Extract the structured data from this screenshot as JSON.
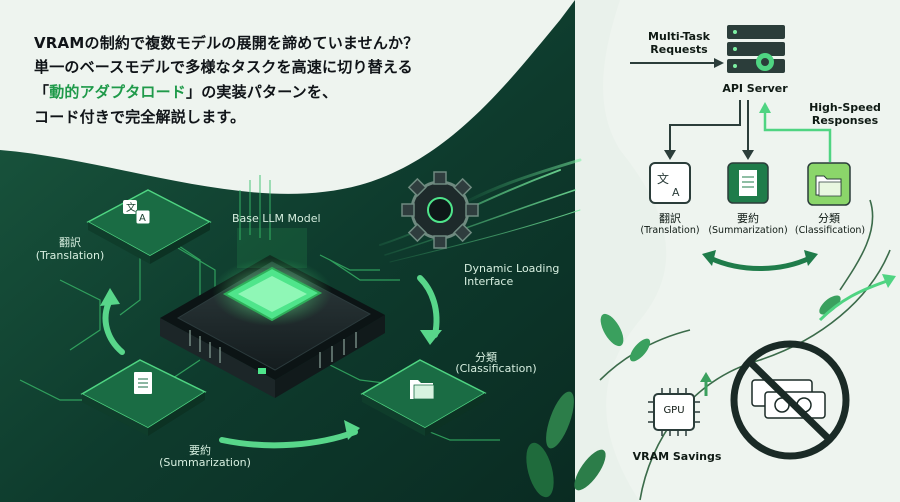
{
  "headline": {
    "line1": "VRAMの制約で複数モデルの展開を諦めていませんか？",
    "line2": "単一のベースモデルで多様なタスクを高速に切り替える",
    "line3_open": "「",
    "line3_highlight": "動的アダプタロード",
    "line3_close": "」の実装パターンを、",
    "line4": "コード付きで完全解説します。"
  },
  "left": {
    "base_model": "Base LLM Model",
    "translation_ja": "翻訳",
    "translation_en": "(Translation)",
    "classification_ja": "分類",
    "classification_en": "(Classification)",
    "summarization_ja": "要約",
    "summarization_en": "(Summarization)",
    "dynamic_line1": "Dynamic Loading",
    "dynamic_line2": "Interface"
  },
  "right": {
    "requests_line1": "Multi-Task",
    "requests_line2": "Requests",
    "api_server": "API Server",
    "responses_line1": "High-Speed",
    "responses_line2": "Responses",
    "translation_ja": "翻訳",
    "translation_en": "(Translation)",
    "summarization_ja": "要約",
    "summarization_en": "(Summarization)",
    "classification_ja": "分類",
    "classification_en": "(Classification)",
    "gpu": "GPU",
    "vram_savings": "VRAM Savings"
  },
  "colors": {
    "accent": "#2fae5a",
    "dark_bg": "#0e3a2c",
    "light_bg": "#eef4ef"
  }
}
